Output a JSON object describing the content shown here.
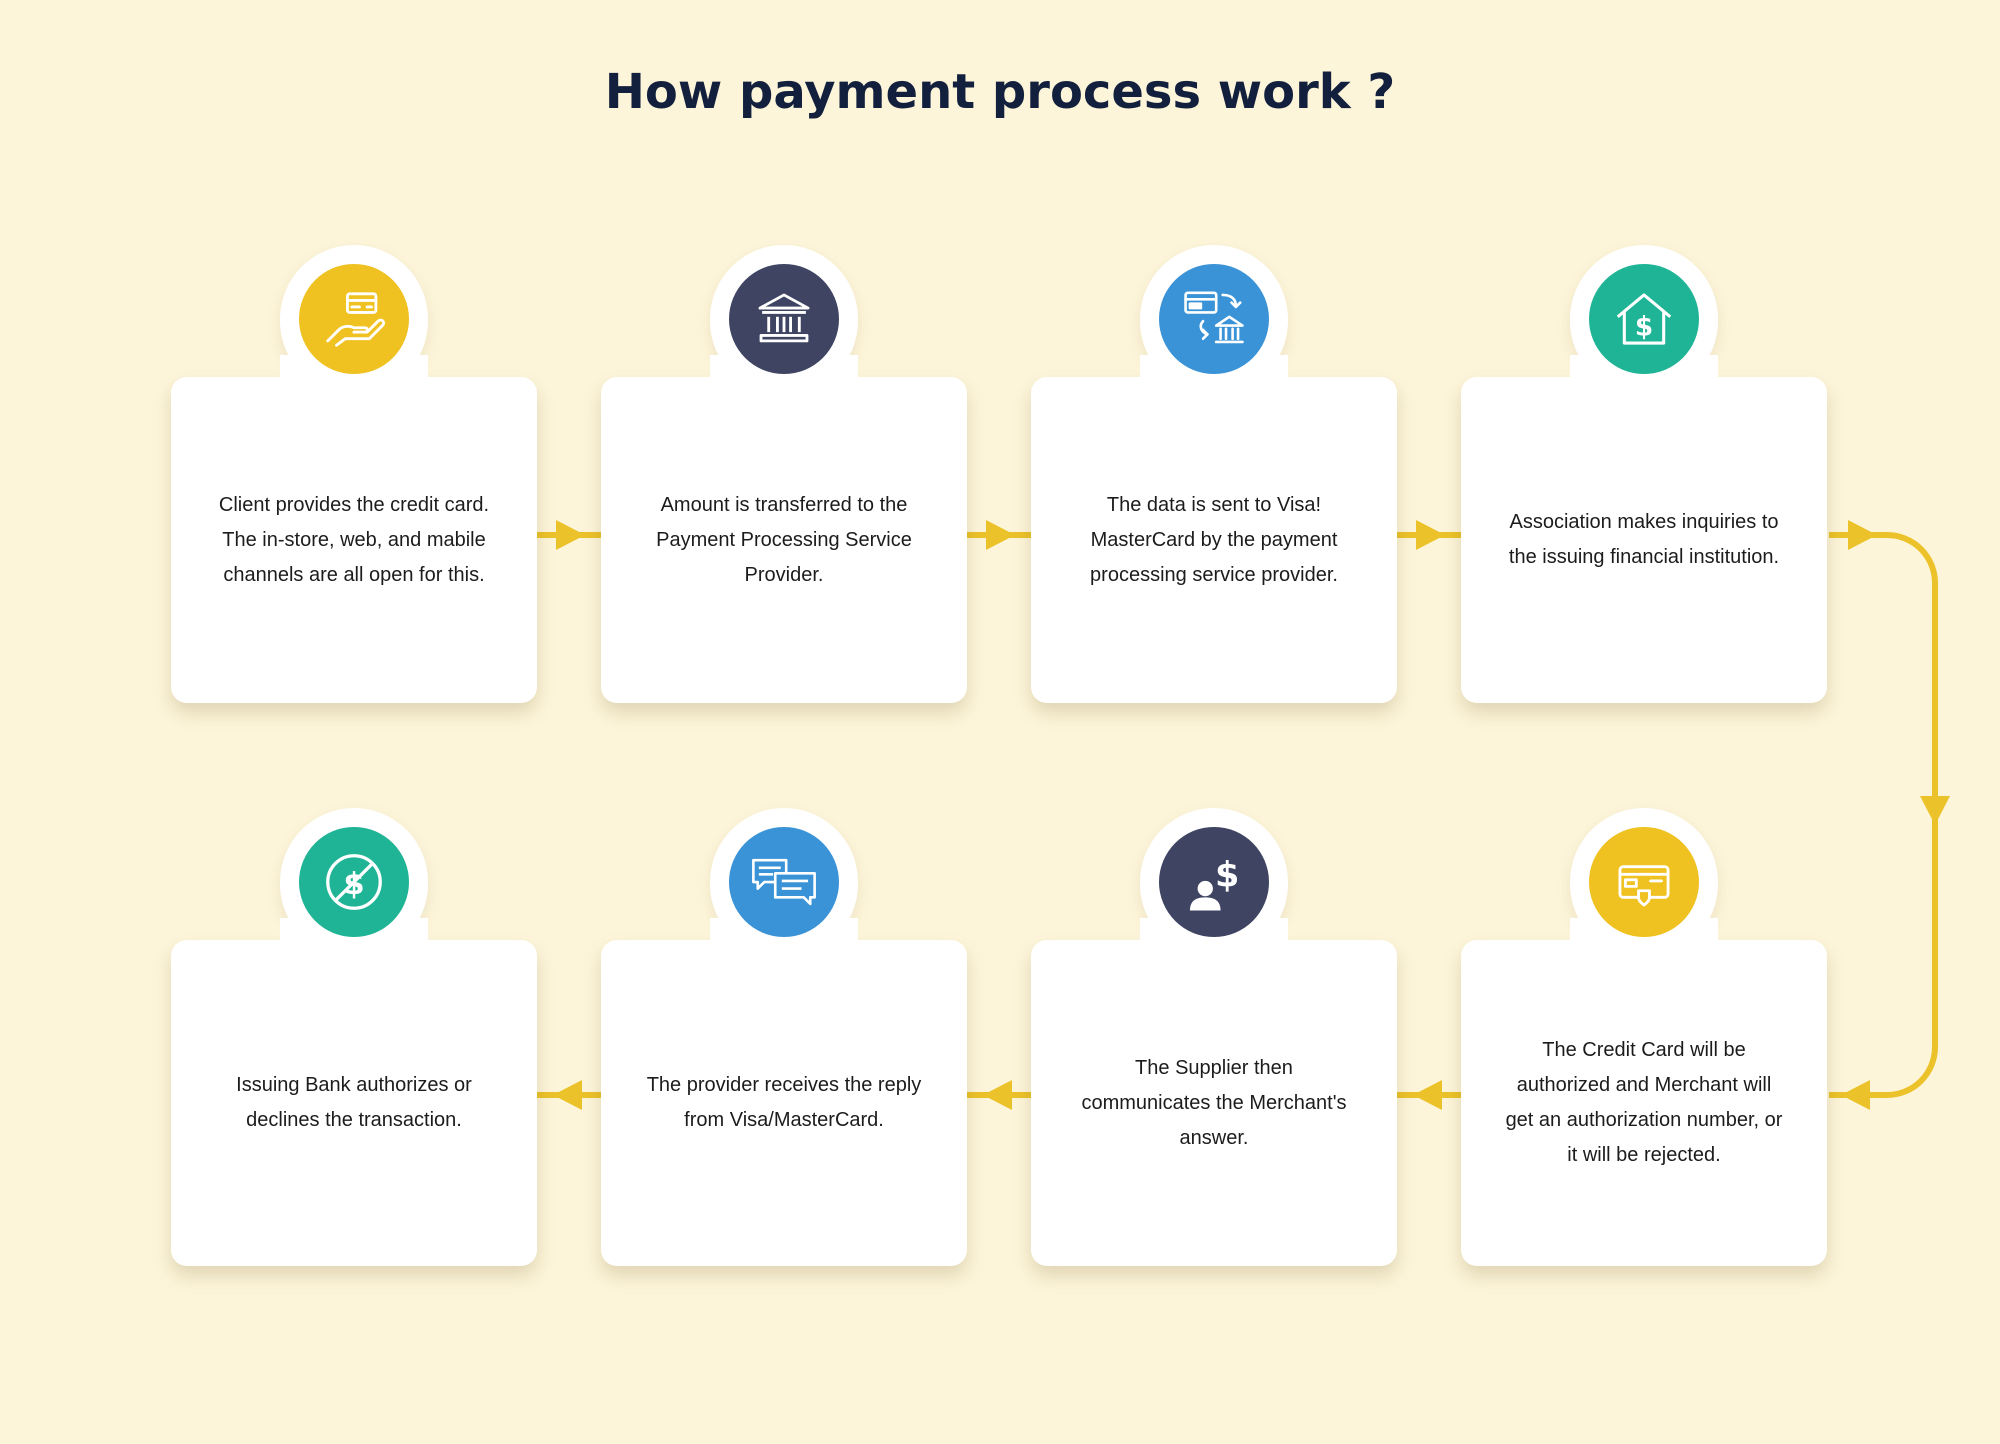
{
  "title": "How payment process work ?",
  "colors": {
    "background": "#fdf5da",
    "connector": "#ecc22a",
    "yellow": "#efc121",
    "navy": "#3e4462",
    "blue": "#3a93d6",
    "teal": "#1fb496"
  },
  "steps": [
    {
      "icon": "card-in-hand-icon",
      "color": "yellow",
      "text": "Client provides the credit card. The in-store, web, and mabile channels are all open for this."
    },
    {
      "icon": "bank-icon",
      "color": "navy",
      "text": "Amount is transferred to the Payment Processing Service Provider."
    },
    {
      "icon": "card-to-bank-icon",
      "color": "blue",
      "text": "The data is sent to Visa! MasterCard by the payment processing service provider."
    },
    {
      "icon": "house-dollar-icon",
      "color": "teal",
      "text": "Association makes inquiries to the issuing financial institution."
    },
    {
      "icon": "credit-card-shield-icon",
      "color": "yellow",
      "text": "The Credit Card will be authorized and Merchant will get an authorization number, or it will be rejected."
    },
    {
      "icon": "user-dollar-icon",
      "color": "navy",
      "text": "The Supplier then communicates the Merchant's answer."
    },
    {
      "icon": "chat-bubbles-icon",
      "color": "blue",
      "text": "The provider receives the reply from Visa/MasterCard."
    },
    {
      "icon": "no-dollar-icon",
      "color": "teal",
      "text": "Issuing Bank authorizes or declines the transaction."
    }
  ]
}
